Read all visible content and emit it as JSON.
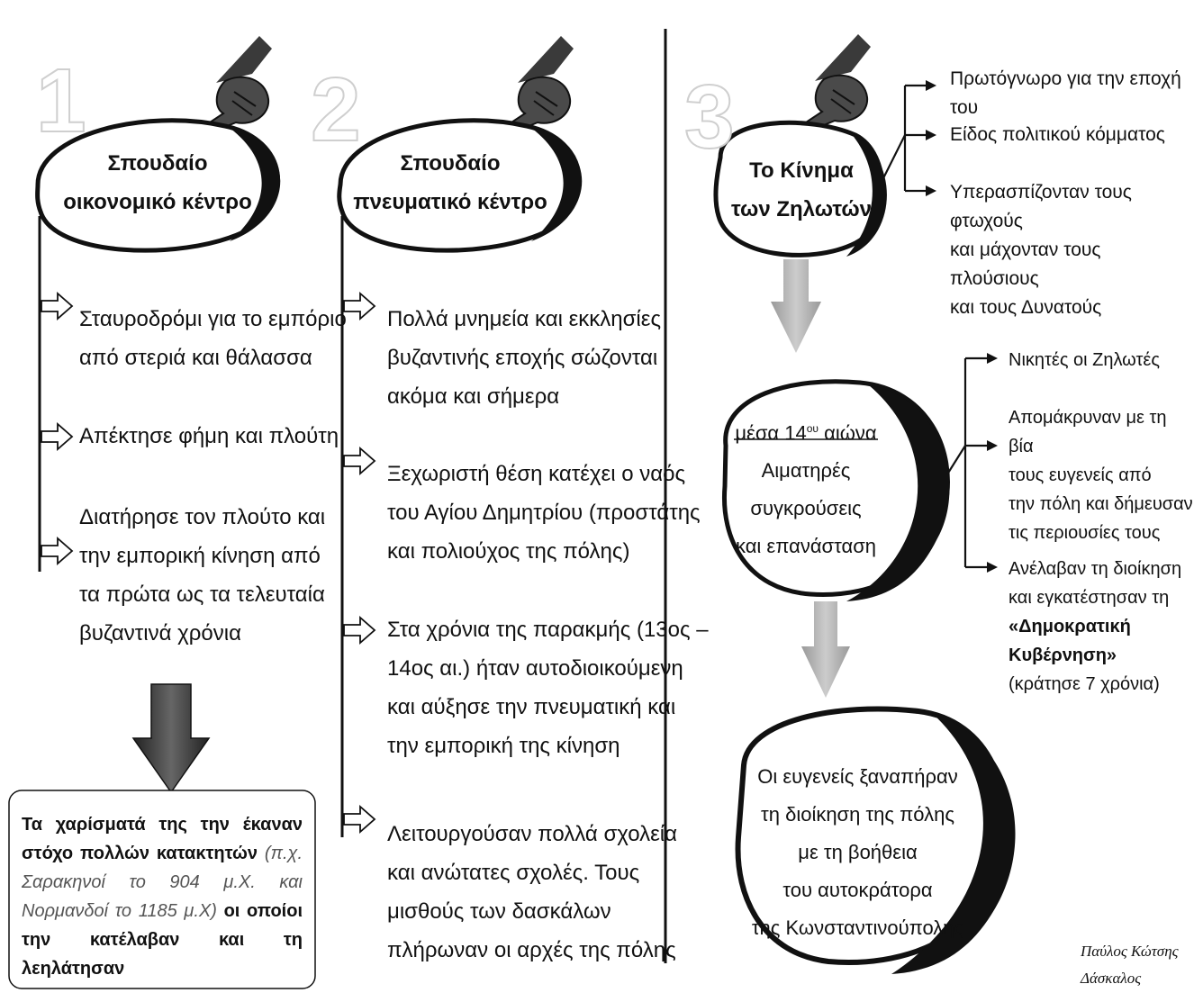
{
  "columns": [
    {
      "number": "1",
      "title_lines": [
        "Σπουδαίο",
        "οικονομικό κέντρο"
      ],
      "items": [
        [
          "Σταυροδρόμι για το εμπόριο",
          "από στεριά και θάλασσα"
        ],
        [
          "Απέκτησε φήμη και πλούτη"
        ],
        [
          "Διατήρησε τον πλούτο και",
          "την εμπορική κίνηση από",
          "τα πρώτα ως τα τελευταία",
          "βυζαντινά χρόνια"
        ]
      ],
      "note": {
        "bold1": "Τα χαρίσματά της την έκαναν στόχο πολλών κατακτητών",
        "italic": "(π.χ. Σαρακηνοί το 904 μ.Χ. και Νορμανδοί το 1185 μ.Χ)",
        "bold2": "οι οποίοι την κατέλαβαν και τη λεηλάτησαν"
      }
    },
    {
      "number": "2",
      "title_lines": [
        "Σπουδαίο",
        "πνευματικό κέντρο"
      ],
      "items": [
        [
          "Πολλά μνημεία και εκκλησίες",
          "βυζαντινής εποχής σώζονται",
          "ακόμα και σήμερα"
        ],
        [
          "Ξεχωριστή θέση κατέχει  ο ναός",
          "του Αγίου Δημητρίου (προστάτης",
          "και πολιούχος της πόλης)"
        ],
        [
          "Στα χρόνια της παρακμής (13ος –",
          "14ος αι.) ήταν αυτοδιοικούμενη",
          "και αύξησε την πνευματική και",
          "την  εμπορική της κίνηση"
        ],
        [
          "Λειτουργούσαν πολλά σχολεία",
          "και ανώτατες σχολές. Τους",
          "μισθούς των δασκάλων",
          "πλήρωναν οι αρχές της πόλης"
        ]
      ]
    },
    {
      "number": "3",
      "title_lines": [
        "Το Κίνημα",
        "των Ζηλωτών"
      ],
      "branches1": [
        [
          "Πρωτόγνωρο για την εποχή του"
        ],
        [
          "Είδος πολιτικού κόμματος"
        ],
        [
          "Υπερασπίζονταν τους φτωχούς",
          "και μάχονταν τους πλούσιους",
          "και τους Δυνατούς"
        ]
      ],
      "middle": {
        "heading_pre": "μέσα 14",
        "heading_sup": "ου",
        "heading_post": " αιώνα",
        "lines": [
          "Αιματηρές",
          "συγκρούσεις",
          "και επανάσταση"
        ]
      },
      "branches2": [
        [
          "Νικητές οι Ζηλωτές"
        ],
        [
          "Απομάκρυναν με τη βία",
          "τους ευγενείς από",
          "την πόλη και δήμευσαν",
          "τις περιουσίες τους"
        ]
      ],
      "branch3": {
        "lines": [
          "Ανέλαβαν τη διοίκηση",
          "και εγκατέστησαν τη"
        ],
        "bold_lines": [
          "«Δημοκρατική",
          "Κυβέρνηση»"
        ],
        "tail": "(κράτησε 7 χρόνια)"
      },
      "final_lines": [
        "Οι ευγενείς ξαναπήραν",
        "τη διοίκηση της πόλης",
        "με τη βοήθεια",
        "του αυτοκράτορα",
        "της Κωνσταντινούπολης"
      ]
    }
  ],
  "signature": [
    "Παύλος Κώτσης",
    "Δάσκαλος"
  ],
  "icons": [
    "pointing-hand-icon",
    "hollow-arrow-icon",
    "down-arrow-icon",
    "branch-arrow-icon"
  ]
}
